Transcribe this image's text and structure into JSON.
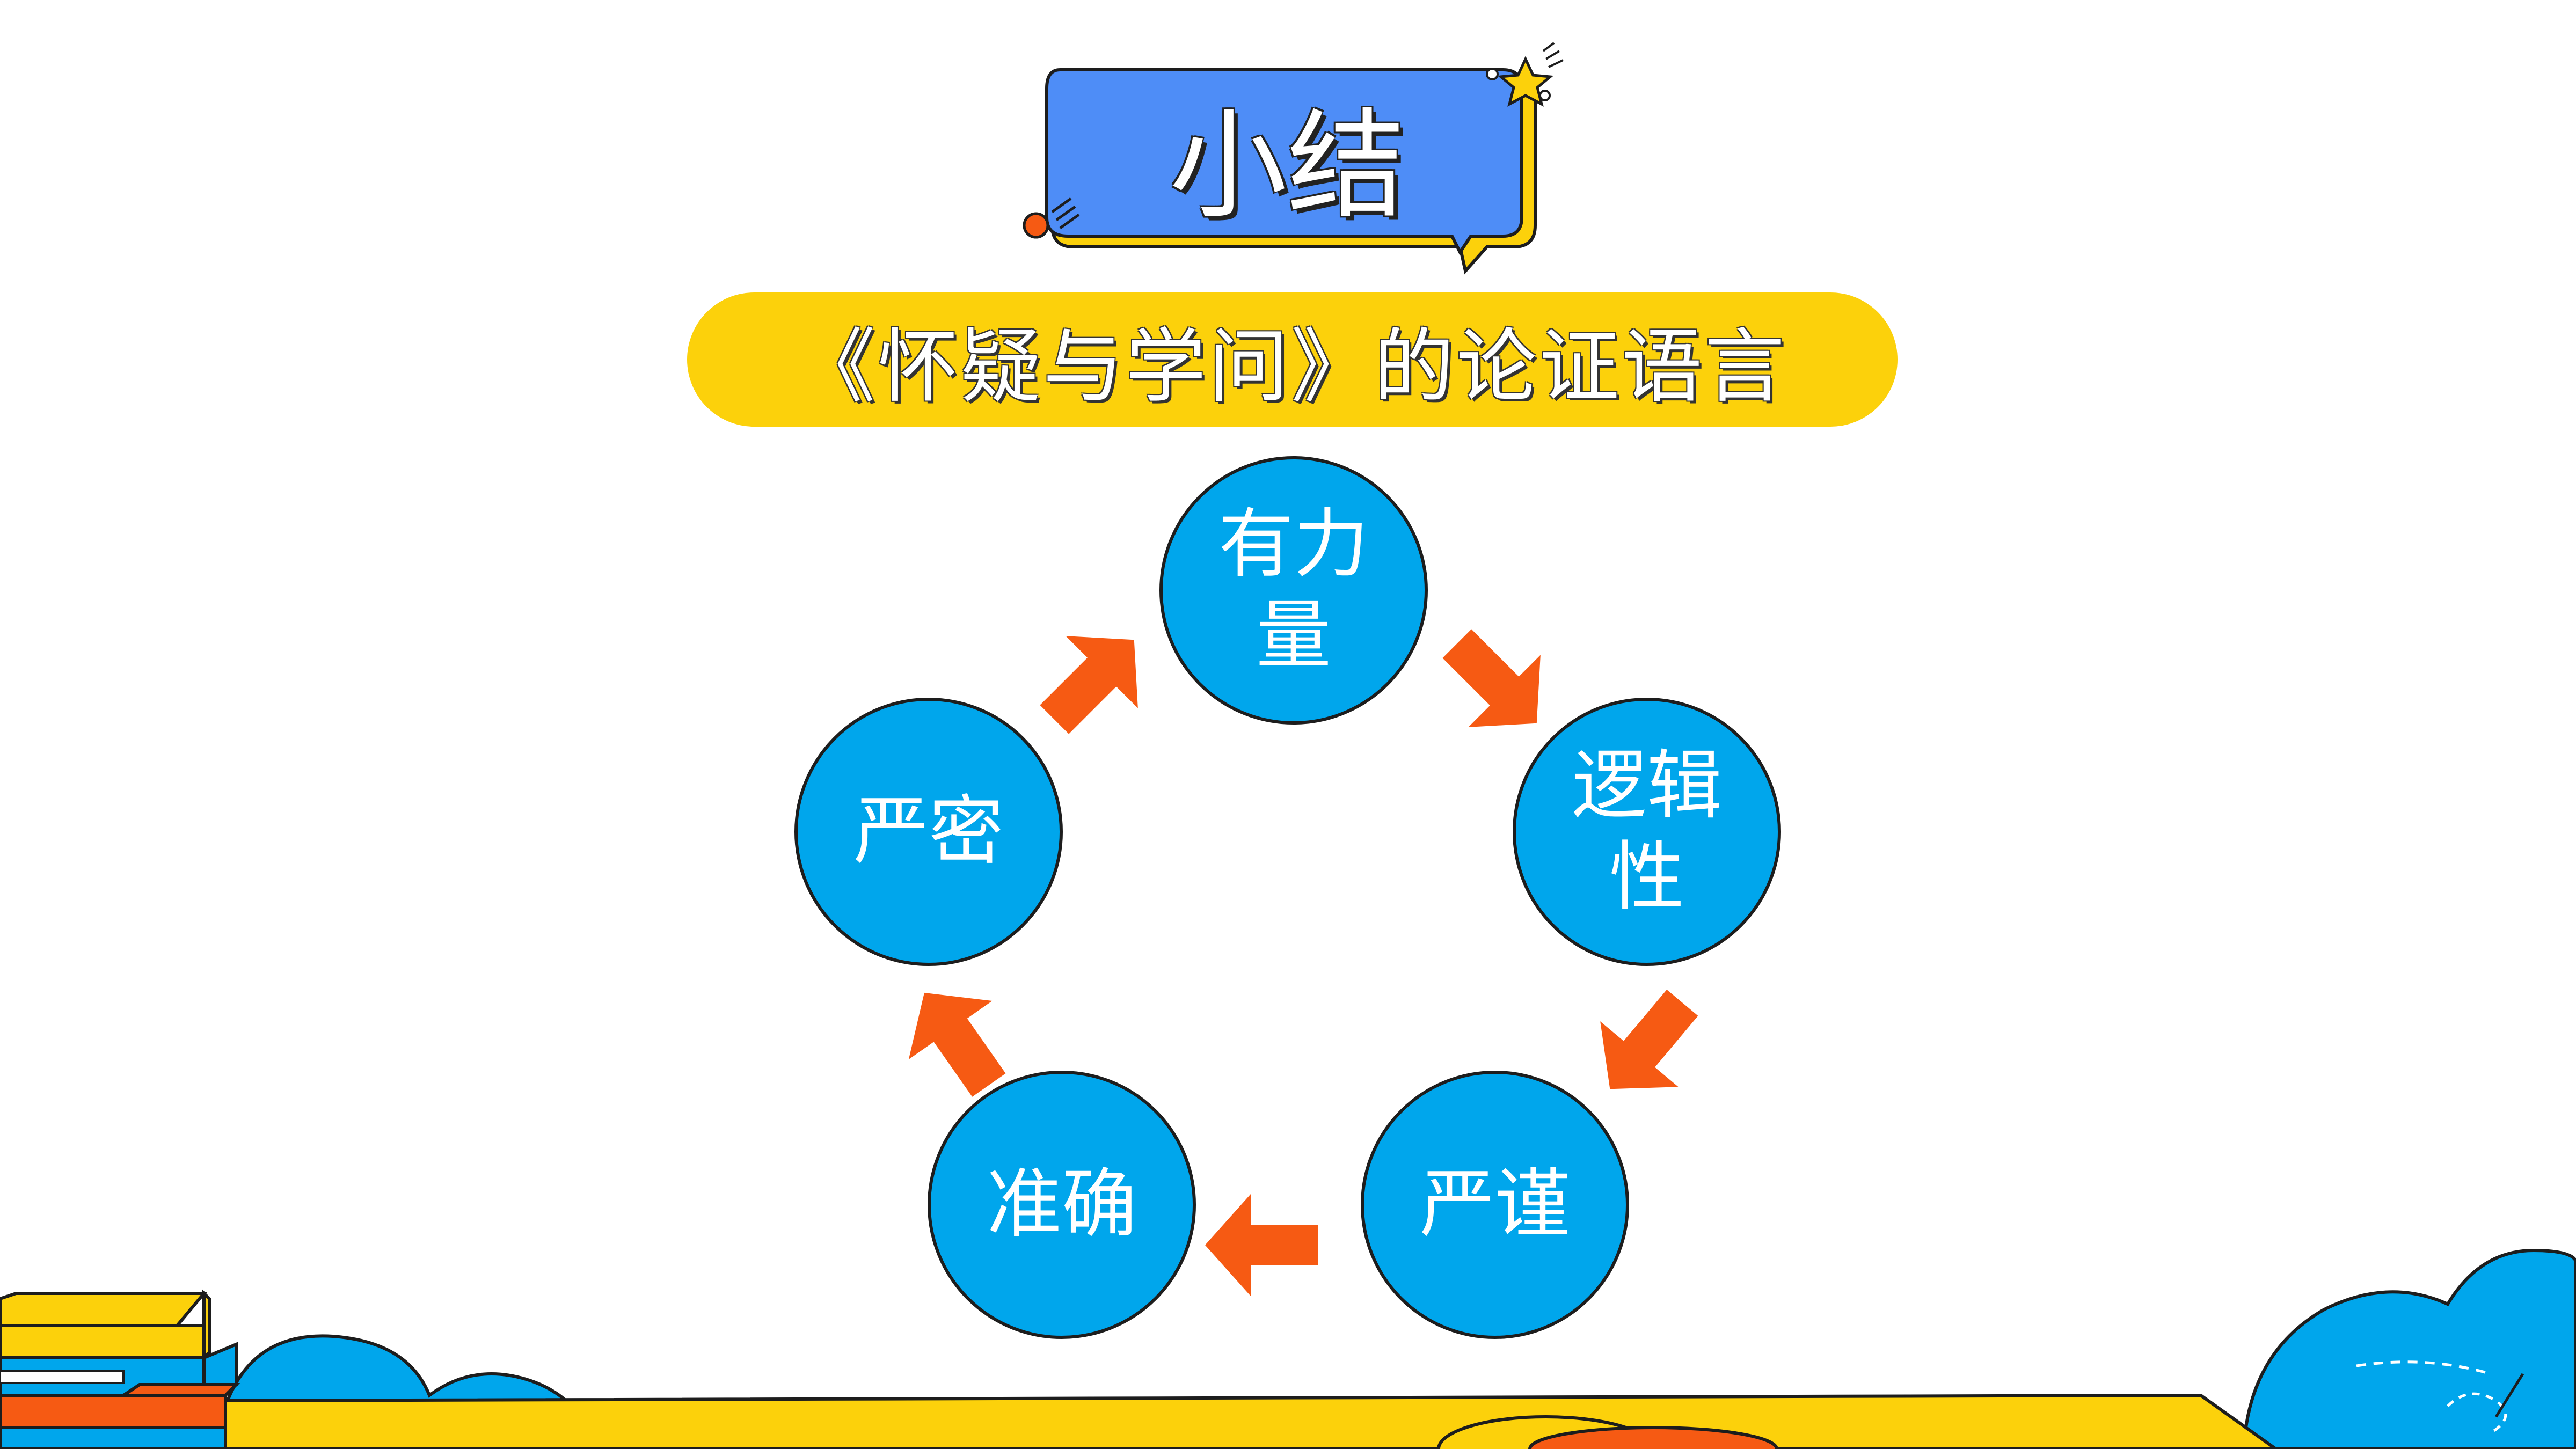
{
  "title": "小结",
  "subtitle": "《怀疑与学问》的论证语言",
  "cycle": {
    "nodes": [
      {
        "label": "有力量"
      },
      {
        "label": "逻辑性"
      },
      {
        "label": "严谨"
      },
      {
        "label": "准确"
      },
      {
        "label": "严密"
      }
    ]
  },
  "colors": {
    "node_fill": "#00a6ec",
    "arrow": "#f65a13",
    "title_box": "#4e8df7",
    "accent_yellow": "#fcd10b",
    "outline": "#1d1d1d"
  }
}
